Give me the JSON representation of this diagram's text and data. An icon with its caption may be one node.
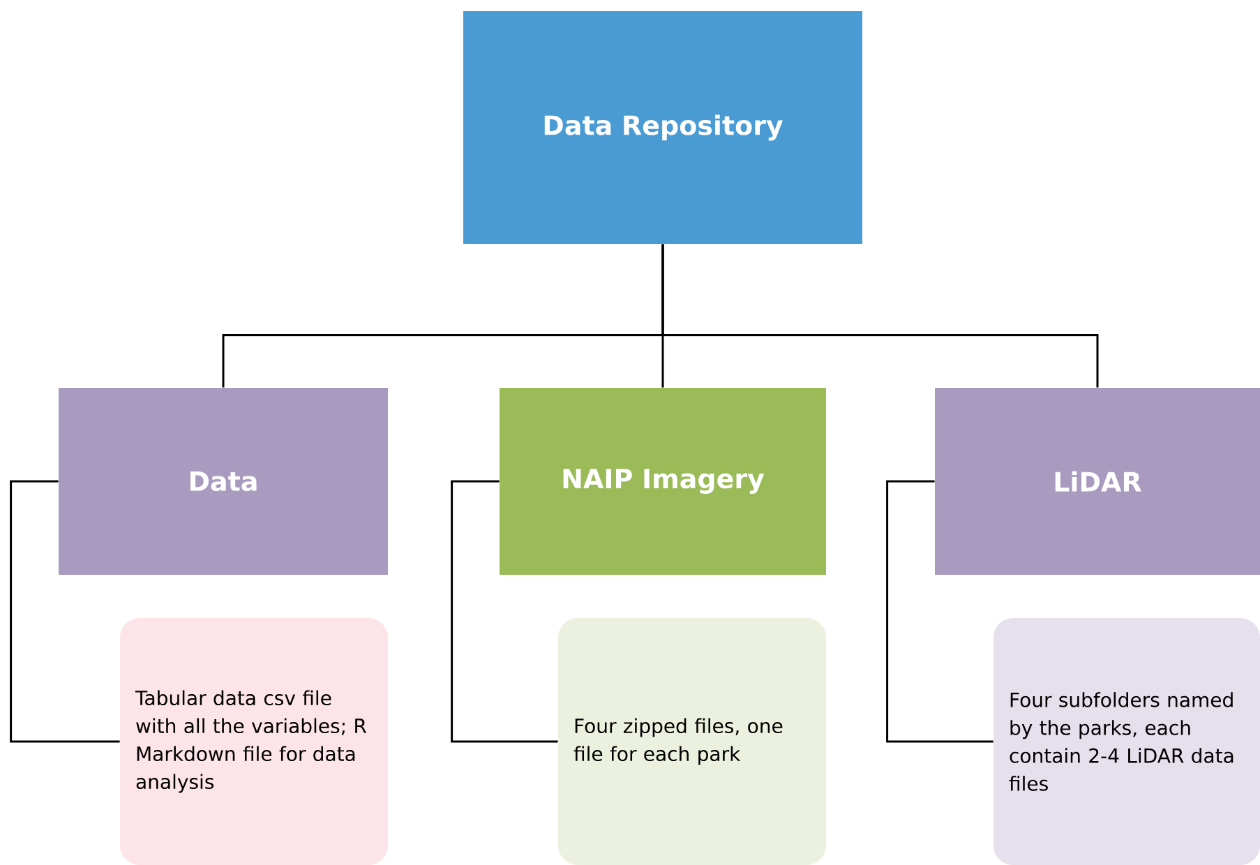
{
  "diagram": {
    "nodes": [
      {
        "text": [
          "Data Repository"
        ]
      },
      {
        "text": [
          "Data"
        ]
      },
      {
        "text": [
          "NAIP Imagery"
        ]
      },
      {
        "text": [
          "LiDAR"
        ]
      },
      {
        "text": [
          "Tabular data csv file with all the variables; R Markdown file for data analysis"
        ]
      },
      {
        "text": [
          "Four zipped files, one file for each park"
        ]
      },
      {
        "text": [
          "Four subfolders named by the parks, each contain 2-4 LiDAR data files"
        ]
      }
    ],
    "edges": [
      {
        "from": 0,
        "to": 1,
        "arrow": "none"
      },
      {
        "from": 0,
        "to": 2,
        "arrow": "none"
      },
      {
        "from": 0,
        "to": 3,
        "arrow": "none"
      },
      {
        "from": 1,
        "to": 4,
        "arrow": "none"
      },
      {
        "from": 2,
        "to": 5,
        "arrow": "none"
      },
      {
        "from": 3,
        "to": 6,
        "arrow": "none"
      }
    ]
  }
}
